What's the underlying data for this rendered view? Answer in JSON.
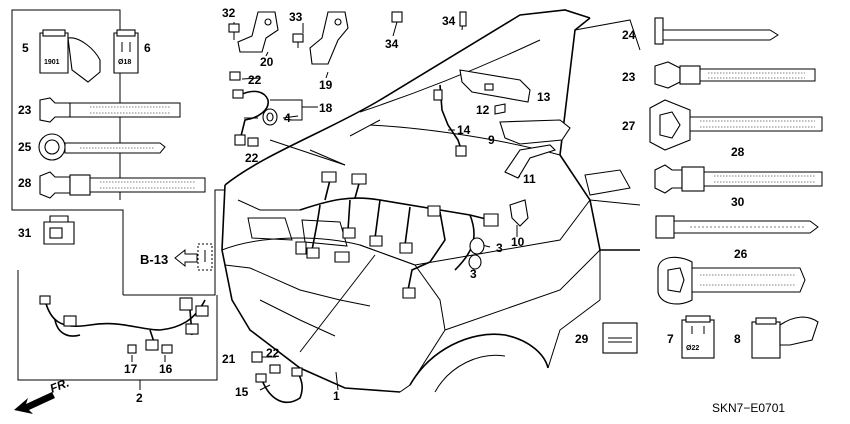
{
  "parts": [
    {
      "id": "p1",
      "label": "1"
    },
    {
      "id": "p2",
      "label": "2"
    },
    {
      "id": "p3a",
      "label": "3"
    },
    {
      "id": "p3b",
      "label": "3"
    },
    {
      "id": "p4",
      "label": "4"
    },
    {
      "id": "p5",
      "label": "5"
    },
    {
      "id": "p6",
      "label": "6"
    },
    {
      "id": "p7",
      "label": "7"
    },
    {
      "id": "p8",
      "label": "8"
    },
    {
      "id": "p9",
      "label": "9"
    },
    {
      "id": "p10",
      "label": "10"
    },
    {
      "id": "p11",
      "label": "11"
    },
    {
      "id": "p12",
      "label": "12"
    },
    {
      "id": "p13",
      "label": "13"
    },
    {
      "id": "p14",
      "label": "14"
    },
    {
      "id": "p15",
      "label": "15"
    },
    {
      "id": "p16",
      "label": "16"
    },
    {
      "id": "p17",
      "label": "17"
    },
    {
      "id": "p18",
      "label": "18"
    },
    {
      "id": "p19",
      "label": "19"
    },
    {
      "id": "p20",
      "label": "20"
    },
    {
      "id": "p21",
      "label": "21"
    },
    {
      "id": "p22a",
      "label": "22"
    },
    {
      "id": "p22b",
      "label": "22"
    },
    {
      "id": "p22c",
      "label": "22"
    },
    {
      "id": "p23a",
      "label": "23"
    },
    {
      "id": "p23b",
      "label": "23"
    },
    {
      "id": "p24",
      "label": "24"
    },
    {
      "id": "p25",
      "label": "25"
    },
    {
      "id": "p26",
      "label": "26"
    },
    {
      "id": "p27",
      "label": "27"
    },
    {
      "id": "p28a",
      "label": "28"
    },
    {
      "id": "p28b",
      "label": "28"
    },
    {
      "id": "p29",
      "label": "29"
    },
    {
      "id": "p30",
      "label": "30"
    },
    {
      "id": "p31",
      "label": "31"
    },
    {
      "id": "p32",
      "label": "32"
    },
    {
      "id": "p33",
      "label": "33"
    },
    {
      "id": "p34a",
      "label": "34"
    },
    {
      "id": "p34b",
      "label": "34"
    }
  ],
  "connector_marks": {
    "c5": "1901",
    "c6": "Ø18",
    "c7": "Ø22"
  },
  "reference": "B-13",
  "front_marker": "FR.",
  "diagram_code": "SKN7−E0701"
}
